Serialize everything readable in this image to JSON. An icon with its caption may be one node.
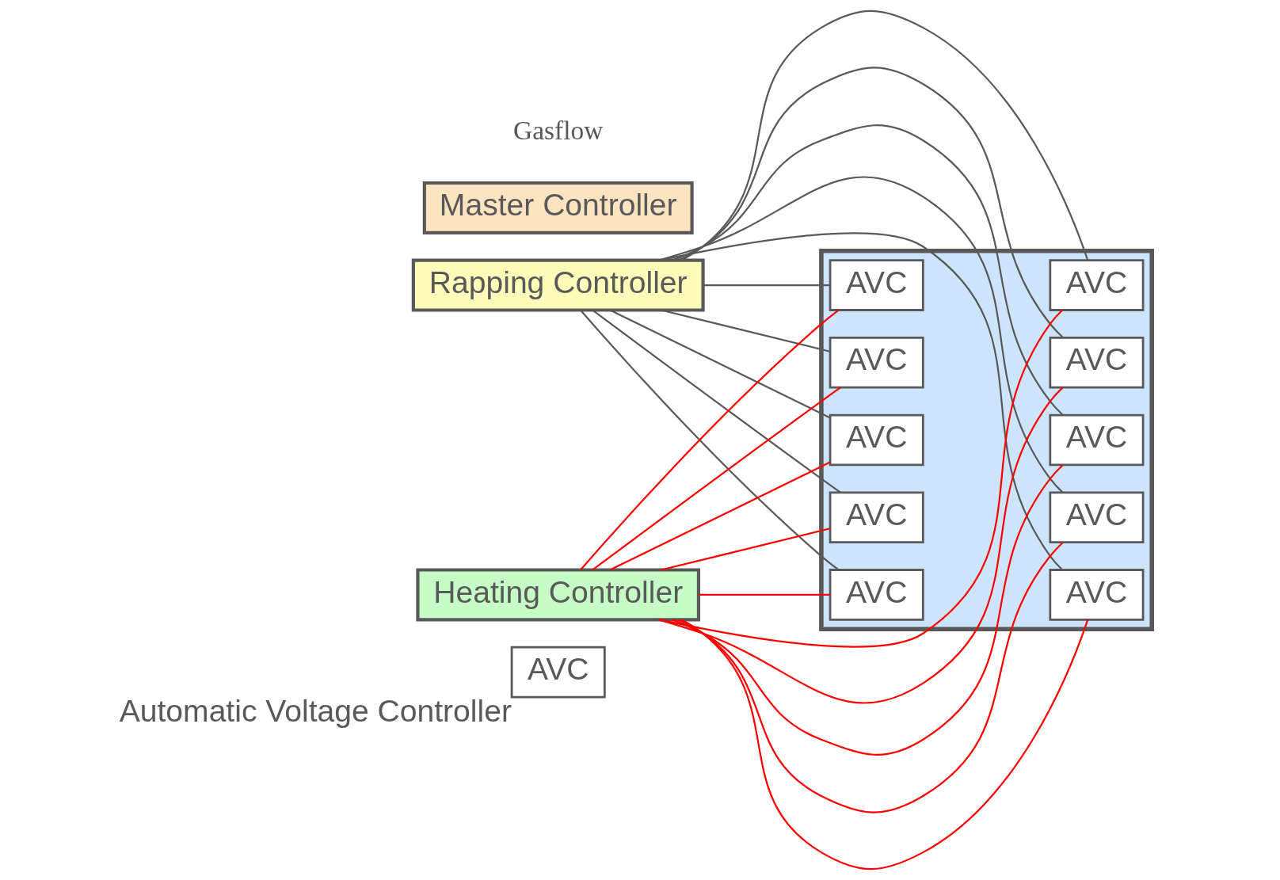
{
  "diagram": {
    "nodes": [
      {
        "text": [
          "Master Controller"
        ]
      },
      {
        "text": [
          "Rapping Controller"
        ]
      },
      {
        "text": [
          "Heating Controller"
        ]
      },
      {
        "text": [],
        "shape": "box"
      },
      {
        "text": [
          "AVC"
        ],
        "in": 3
      },
      {
        "text": [
          "AVC"
        ],
        "in": 3
      },
      {
        "text": [
          "AVC"
        ],
        "in": 3
      },
      {
        "text": [
          "AVC"
        ],
        "in": 3
      },
      {
        "text": [
          "AVC"
        ],
        "in": 3
      },
      {
        "text": [
          "AVC"
        ],
        "in": 3
      },
      {
        "text": [
          "AVC"
        ],
        "in": 3
      },
      {
        "text": [
          "AVC"
        ],
        "in": 3
      },
      {
        "text": [
          "AVC"
        ],
        "in": 3
      },
      {
        "text": [
          "AVC"
        ],
        "in": 3
      },
      {
        "text": [
          "AVC"
        ],
        "beside": [
          "Automatic Voltage Controller"
        ]
      }
    ],
    "edges": [
      {
        "from": 1,
        "to": 4,
        "arrow": "none"
      },
      {
        "from": 1,
        "to": 5,
        "arrow": "none"
      },
      {
        "from": 1,
        "to": 6,
        "arrow": "none"
      },
      {
        "from": 1,
        "to": 7,
        "arrow": "none"
      },
      {
        "from": 1,
        "to": 8,
        "arrow": "none"
      },
      {
        "from": 1,
        "to": 9,
        "arrow": "none"
      },
      {
        "from": 1,
        "to": 10,
        "arrow": "none"
      },
      {
        "from": 1,
        "to": 11,
        "arrow": "none"
      },
      {
        "from": 1,
        "to": 12,
        "arrow": "none"
      },
      {
        "from": 1,
        "to": 13,
        "arrow": "none"
      },
      {
        "from": 2,
        "to": 4,
        "arrow": "none",
        "color": "#ff0000"
      },
      {
        "from": 2,
        "to": 5,
        "arrow": "none",
        "color": "#ff0000"
      },
      {
        "from": 2,
        "to": 6,
        "arrow": "none",
        "color": "#ff0000"
      },
      {
        "from": 2,
        "to": 7,
        "arrow": "none",
        "color": "#ff0000"
      },
      {
        "from": 2,
        "to": 8,
        "arrow": "none",
        "color": "#ff0000"
      },
      {
        "from": 2,
        "to": 9,
        "arrow": "none",
        "color": "#ff0000"
      },
      {
        "from": 2,
        "to": 10,
        "arrow": "none",
        "color": "#ff0000"
      },
      {
        "from": 2,
        "to": 11,
        "arrow": "none",
        "color": "#ff0000"
      },
      {
        "from": 2,
        "to": 12,
        "arrow": "none",
        "color": "#ff0000"
      },
      {
        "from": 2,
        "to": 13,
        "arrow": "none",
        "color": "#ff0000"
      }
    ],
    "labels": [
      "Gasflow"
    ]
  }
}
